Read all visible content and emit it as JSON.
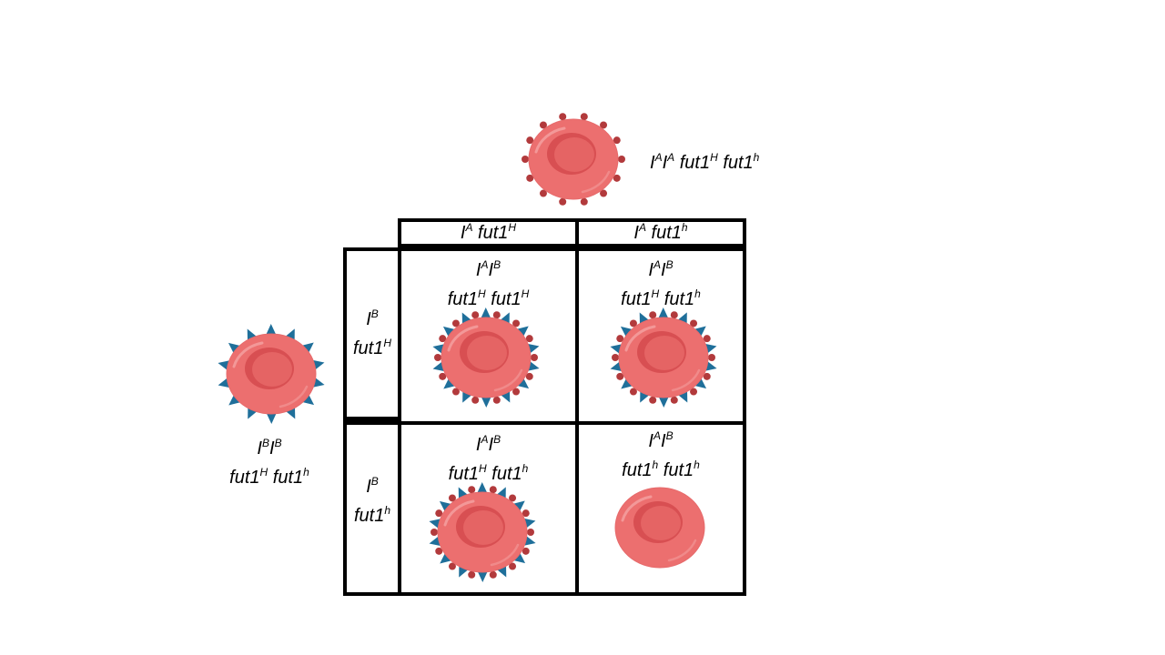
{
  "parent_top": {
    "genotype": {
      "a1": "I",
      "s1": "A",
      "a2": "I",
      "s2": "A",
      "g1": "fut1",
      "s3": "H",
      "g2": "fut1",
      "s4": "h"
    }
  },
  "parent_left": {
    "genotype_line1": {
      "a1": "I",
      "s1": "B",
      "a2": "I",
      "s2": "B"
    },
    "genotype_line2": {
      "g1": "fut1",
      "s1": "H",
      "g2": "fut1",
      "s2": "h"
    }
  },
  "col_headers": [
    {
      "a": "I",
      "as": "A",
      "g": "fut1",
      "gs": "H"
    },
    {
      "a": "I",
      "as": "A",
      "g": "fut1",
      "gs": "h"
    }
  ],
  "row_headers": [
    {
      "a": "I",
      "as": "B",
      "g": "fut1",
      "gs": "H"
    },
    {
      "a": "I",
      "as": "B",
      "g": "fut1",
      "gs": "h"
    }
  ],
  "cells": [
    {
      "l1": {
        "a1": "I",
        "s1": "A",
        "a2": "I",
        "s2": "B"
      },
      "l2": {
        "g1": "fut1",
        "s1": "H",
        "g2": "fut1",
        "s2": "H"
      },
      "antigens": "A,B"
    },
    {
      "l1": {
        "a1": "I",
        "s1": "A",
        "a2": "I",
        "s2": "B"
      },
      "l2": {
        "g1": "fut1",
        "s1": "H",
        "g2": "fut1",
        "s2": "h"
      },
      "antigens": "A,B"
    },
    {
      "l1": {
        "a1": "I",
        "s1": "A",
        "a2": "I",
        "s2": "B"
      },
      "l2": {
        "g1": "fut1",
        "s1": "H",
        "g2": "fut1",
        "s2": "h"
      },
      "antigens": "A,B"
    },
    {
      "l1": {
        "a1": "I",
        "s1": "A",
        "a2": "I",
        "s2": "B"
      },
      "l2": {
        "g1": "fut1",
        "s1": "h",
        "g2": "fut1",
        "s2": "h"
      },
      "antigens": "none"
    }
  ],
  "colors": {
    "cell_body": "#ec6f6f",
    "cell_rim": "#d84f52",
    "cell_center": "#e56464",
    "antigen_a": "#b23a3c",
    "antigen_b": "#1f6f9a"
  }
}
